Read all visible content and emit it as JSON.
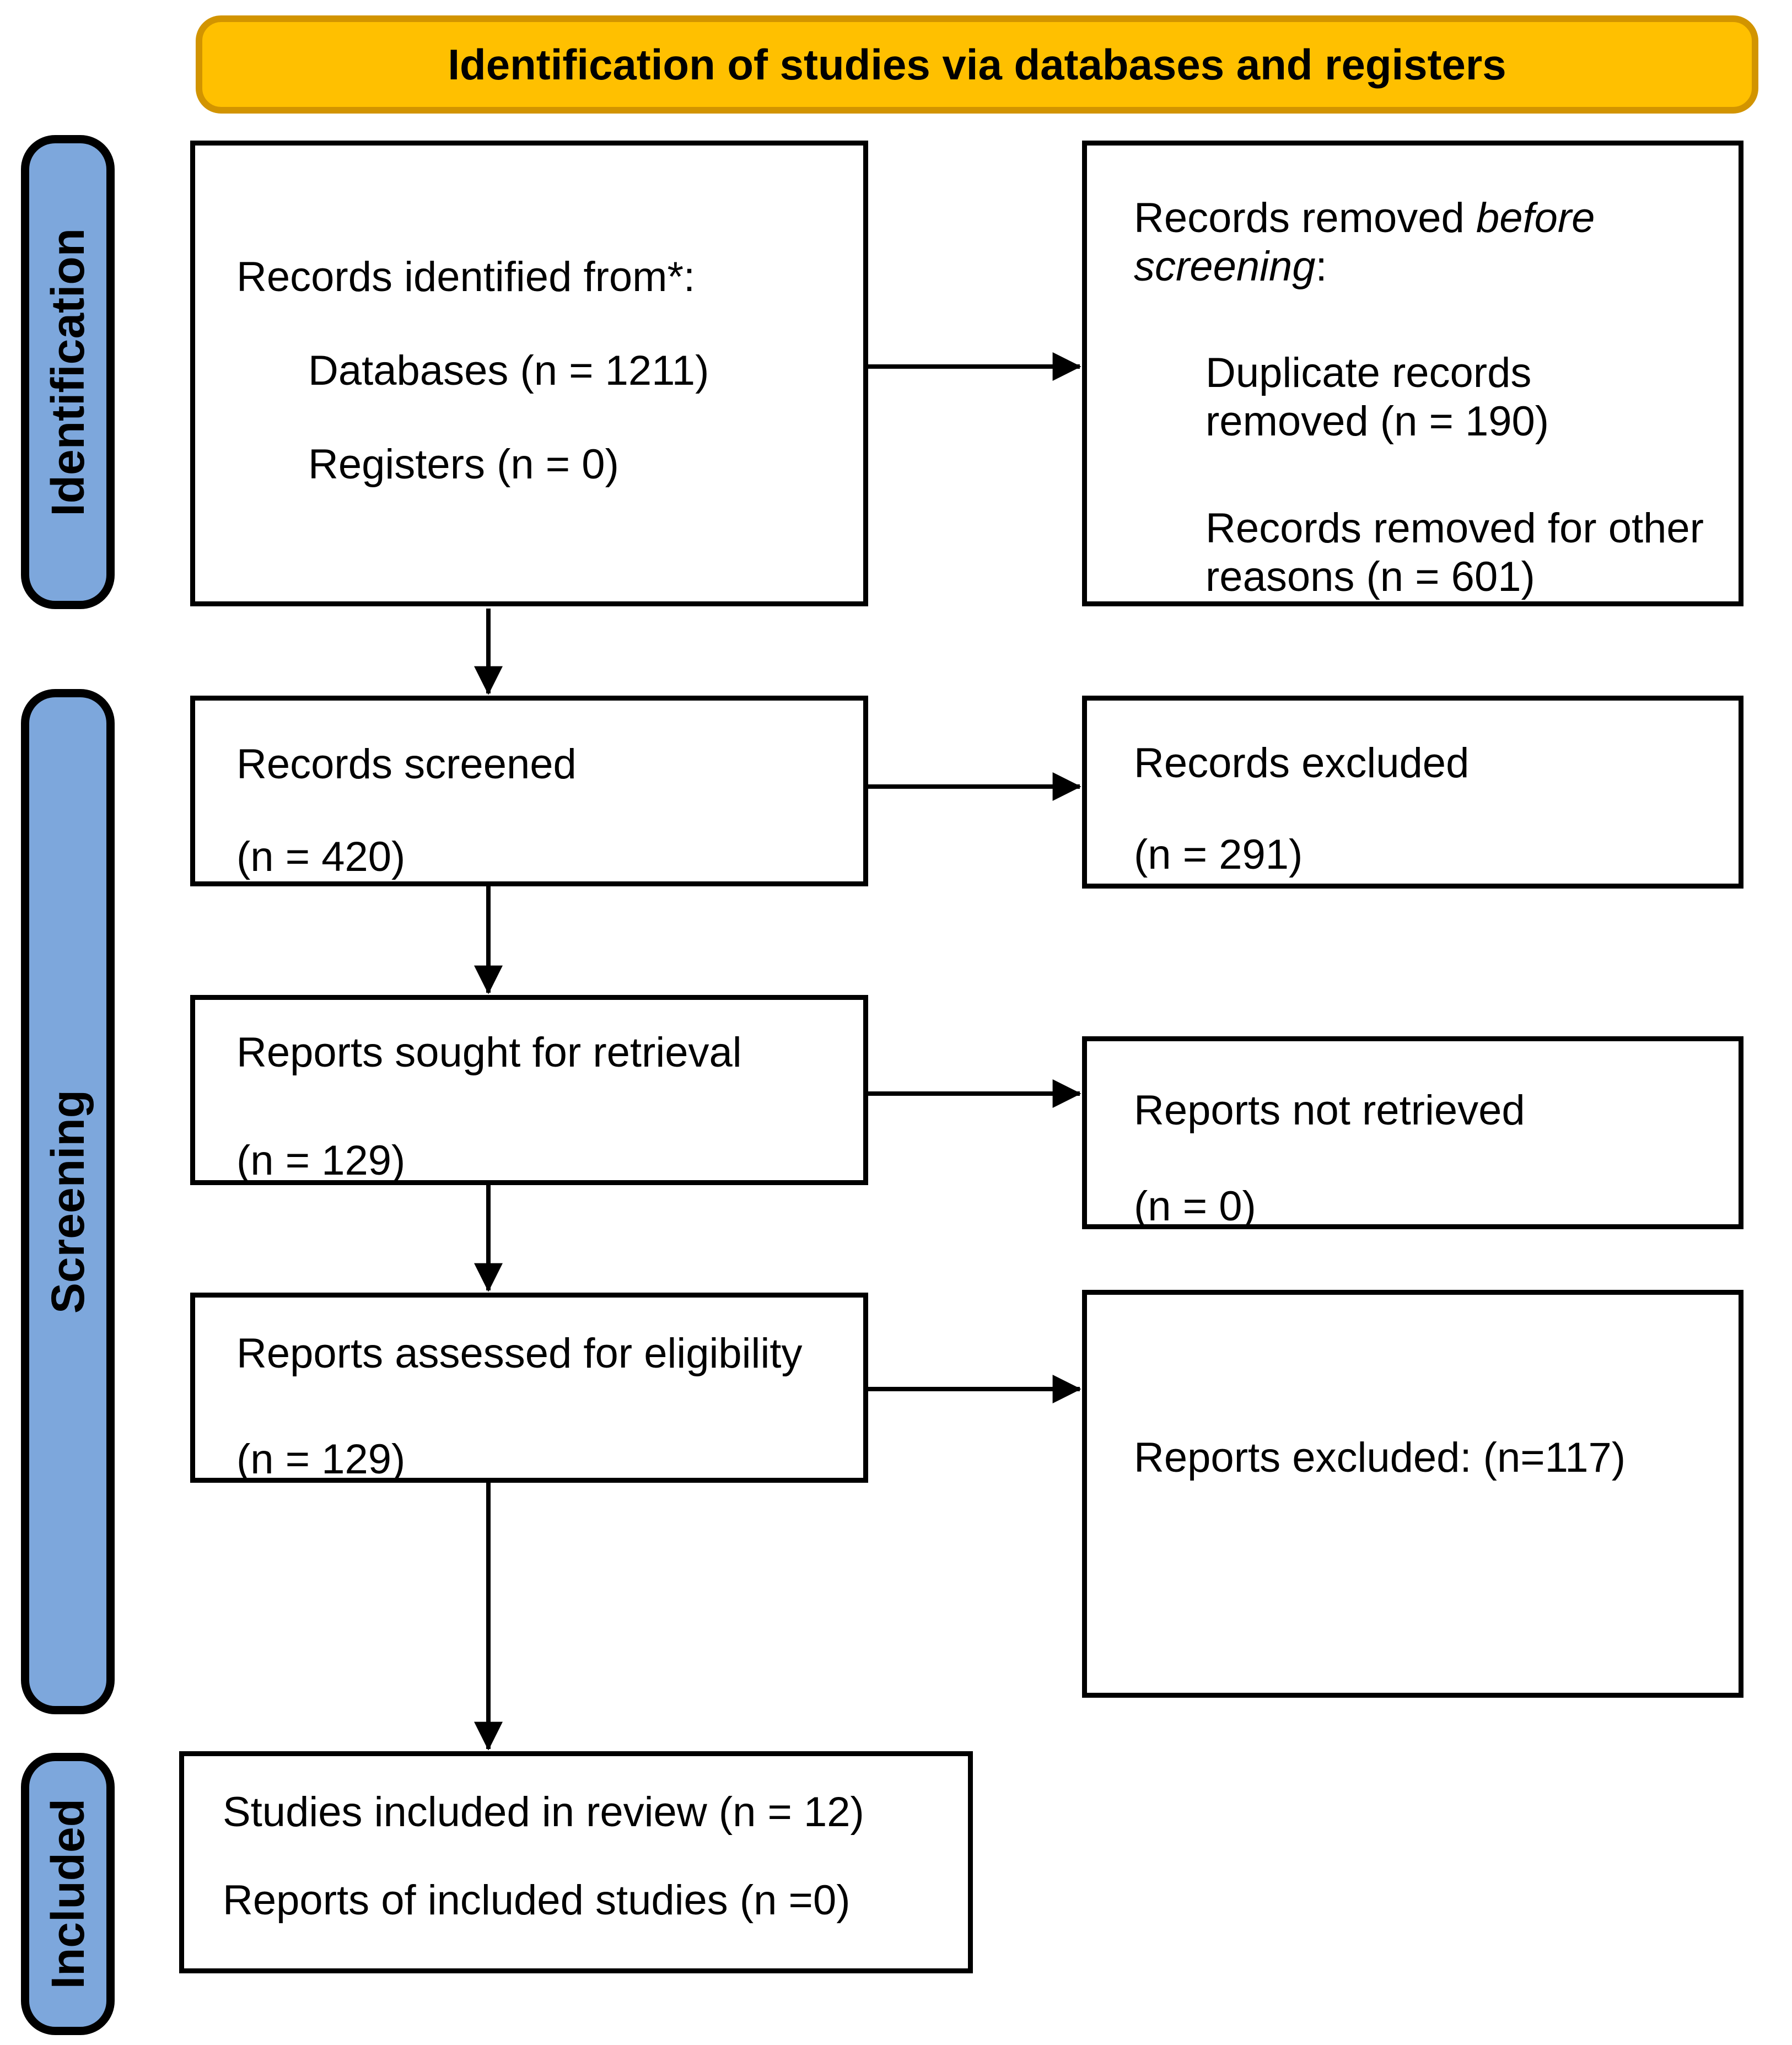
{
  "diagram": "PRISMA flow diagram",
  "colors": {
    "banner_fill": "#FFC000",
    "banner_border": "#D29400",
    "stage_fill": "#7DA7DC",
    "stage_border": "#000000",
    "box_border": "#000000",
    "arrow": "#000000"
  },
  "banner": {
    "label": "Identification of studies via databases and registers"
  },
  "stages": {
    "identification": {
      "label": "Identification"
    },
    "screening": {
      "label": "Screening"
    },
    "included": {
      "label": "Included"
    }
  },
  "boxes": {
    "identified": {
      "line1": "Records identified from*:",
      "line2": "Databases (n = 1211)",
      "line3": "Registers (n = 0)"
    },
    "removed": {
      "prefix": "Records removed ",
      "italic": "before screening",
      "suffix": ":",
      "line2": "Duplicate records removed (n = 190)",
      "line3": "Records removed for other reasons (n = 601)"
    },
    "screened": {
      "line1": "Records screened",
      "line2": "(n = 420)"
    },
    "excluded": {
      "line1": "Records excluded",
      "line2": "(n = 291)"
    },
    "sought": {
      "line1": "Reports sought for retrieval",
      "line2": "(n = 129)"
    },
    "not_retrieved": {
      "line1": "Reports not retrieved",
      "line2": "(n = 0)"
    },
    "assessed": {
      "line1": "Reports assessed for eligibility",
      "line2": "(n = 129)"
    },
    "reports_excluded": {
      "line1": "Reports excluded: (n=117)"
    },
    "included_studies": {
      "line1": "Studies included in review (n = 12)",
      "line2": "Reports of included studies (n =0)"
    }
  }
}
